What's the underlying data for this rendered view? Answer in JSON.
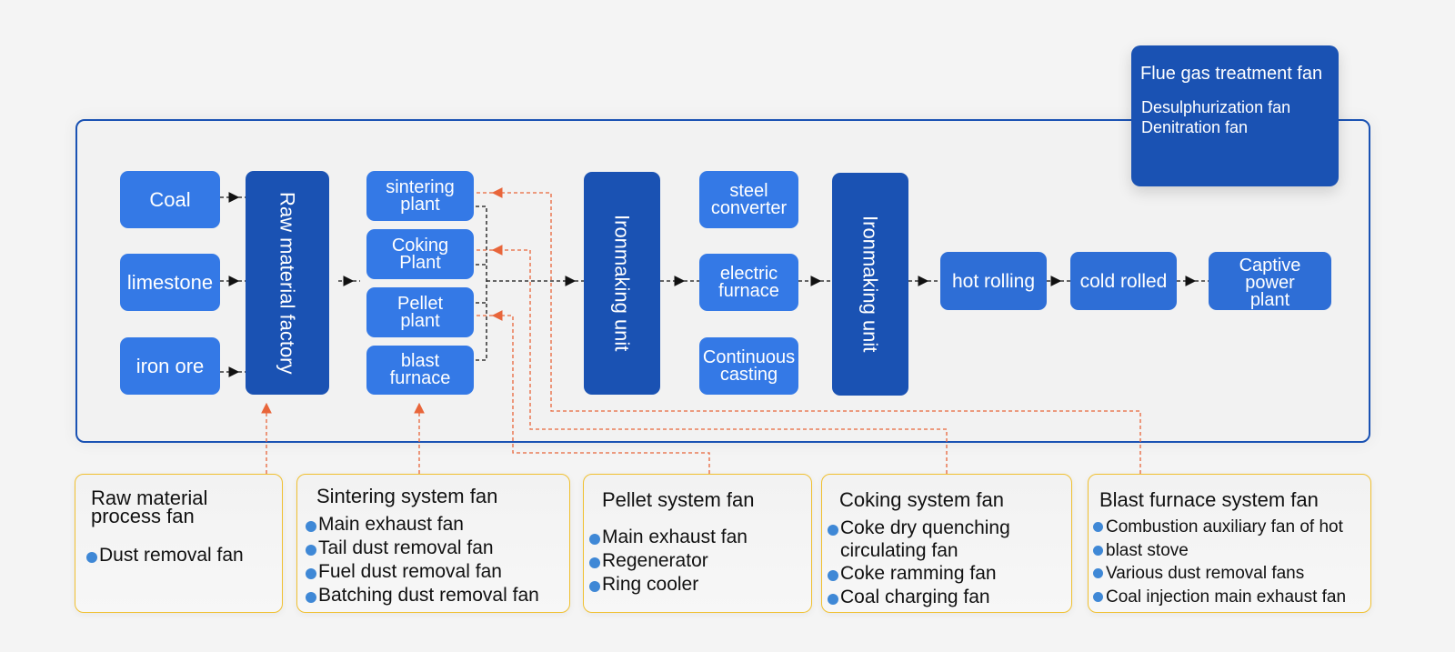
{
  "colors": {
    "node": "#3479e6",
    "node_dark": "#1a52b3",
    "frame": "#1a52b3",
    "fan_link": "#e8653a",
    "flow_link": "#111111",
    "card_border": "#f0c030",
    "bullet": "#3f88d6"
  },
  "inputs": [
    "Coal",
    "limestone",
    "iron ore"
  ],
  "raw_factory": "Raw material factory",
  "plants": [
    "sintering\nplant",
    "Coking\nPlant",
    "Pellet\nplant",
    "blast\nfurnace"
  ],
  "ironmaking_1": "Ironmaking unit",
  "steel": [
    "steel\nconverter",
    "electric\nfurnace",
    "Continuous\ncasting"
  ],
  "ironmaking_2": "Ironmaking unit",
  "rolling": [
    "hot rolling",
    "cold rolled",
    "Captive\npower\nplant"
  ],
  "flue": {
    "title": "Flue gas treatment fan",
    "items": [
      "Desulphurization fan",
      "Denitration fan"
    ]
  },
  "cards": [
    {
      "title": "Raw material\nprocess fan",
      "items": [
        "Dust removal fan"
      ]
    },
    {
      "title": "Sintering system fan",
      "items": [
        "Main exhaust fan",
        "Tail dust removal fan",
        "Fuel dust removal fan",
        "Batching dust removal fan"
      ]
    },
    {
      "title": "Pellet system fan",
      "items": [
        "Main exhaust fan",
        "Regenerator",
        "Ring cooler"
      ]
    },
    {
      "title": "Coking system fan",
      "items": [
        "Coke dry quenching\ncirculating fan",
        "Coke ramming fan",
        "Coal charging fan"
      ]
    },
    {
      "title": "Blast furnace system fan",
      "items": [
        "Combustion auxiliary fan of hot",
        "blast stove",
        "Various dust removal fans",
        "Coal injection main exhaust fan"
      ]
    }
  ]
}
